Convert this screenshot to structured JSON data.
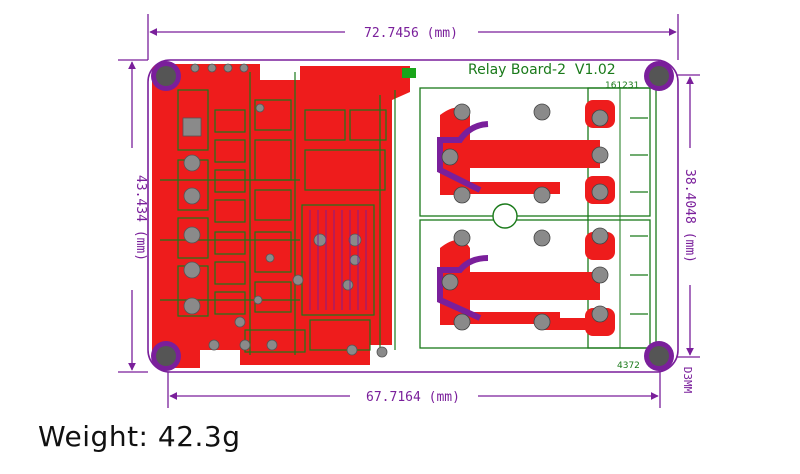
{
  "dimensions": {
    "top_width": "72.7456 (mm)",
    "bottom_width": "67.7164 (mm)",
    "left_height": "43.434 (mm)",
    "right_height": "38.4048 (mm)",
    "hole_label": "D3MM"
  },
  "board": {
    "title": "Relay Board-2  V1.02",
    "date_code": "161231",
    "part_code": "4372"
  },
  "weight": "Weight: 42.3g",
  "colors": {
    "copper": "#ee1c1c",
    "silkscreen": "#1a7a1a",
    "dimension": "#7a1f9b",
    "board_bg": "#ffffff",
    "pad": "#8a8a8a"
  }
}
